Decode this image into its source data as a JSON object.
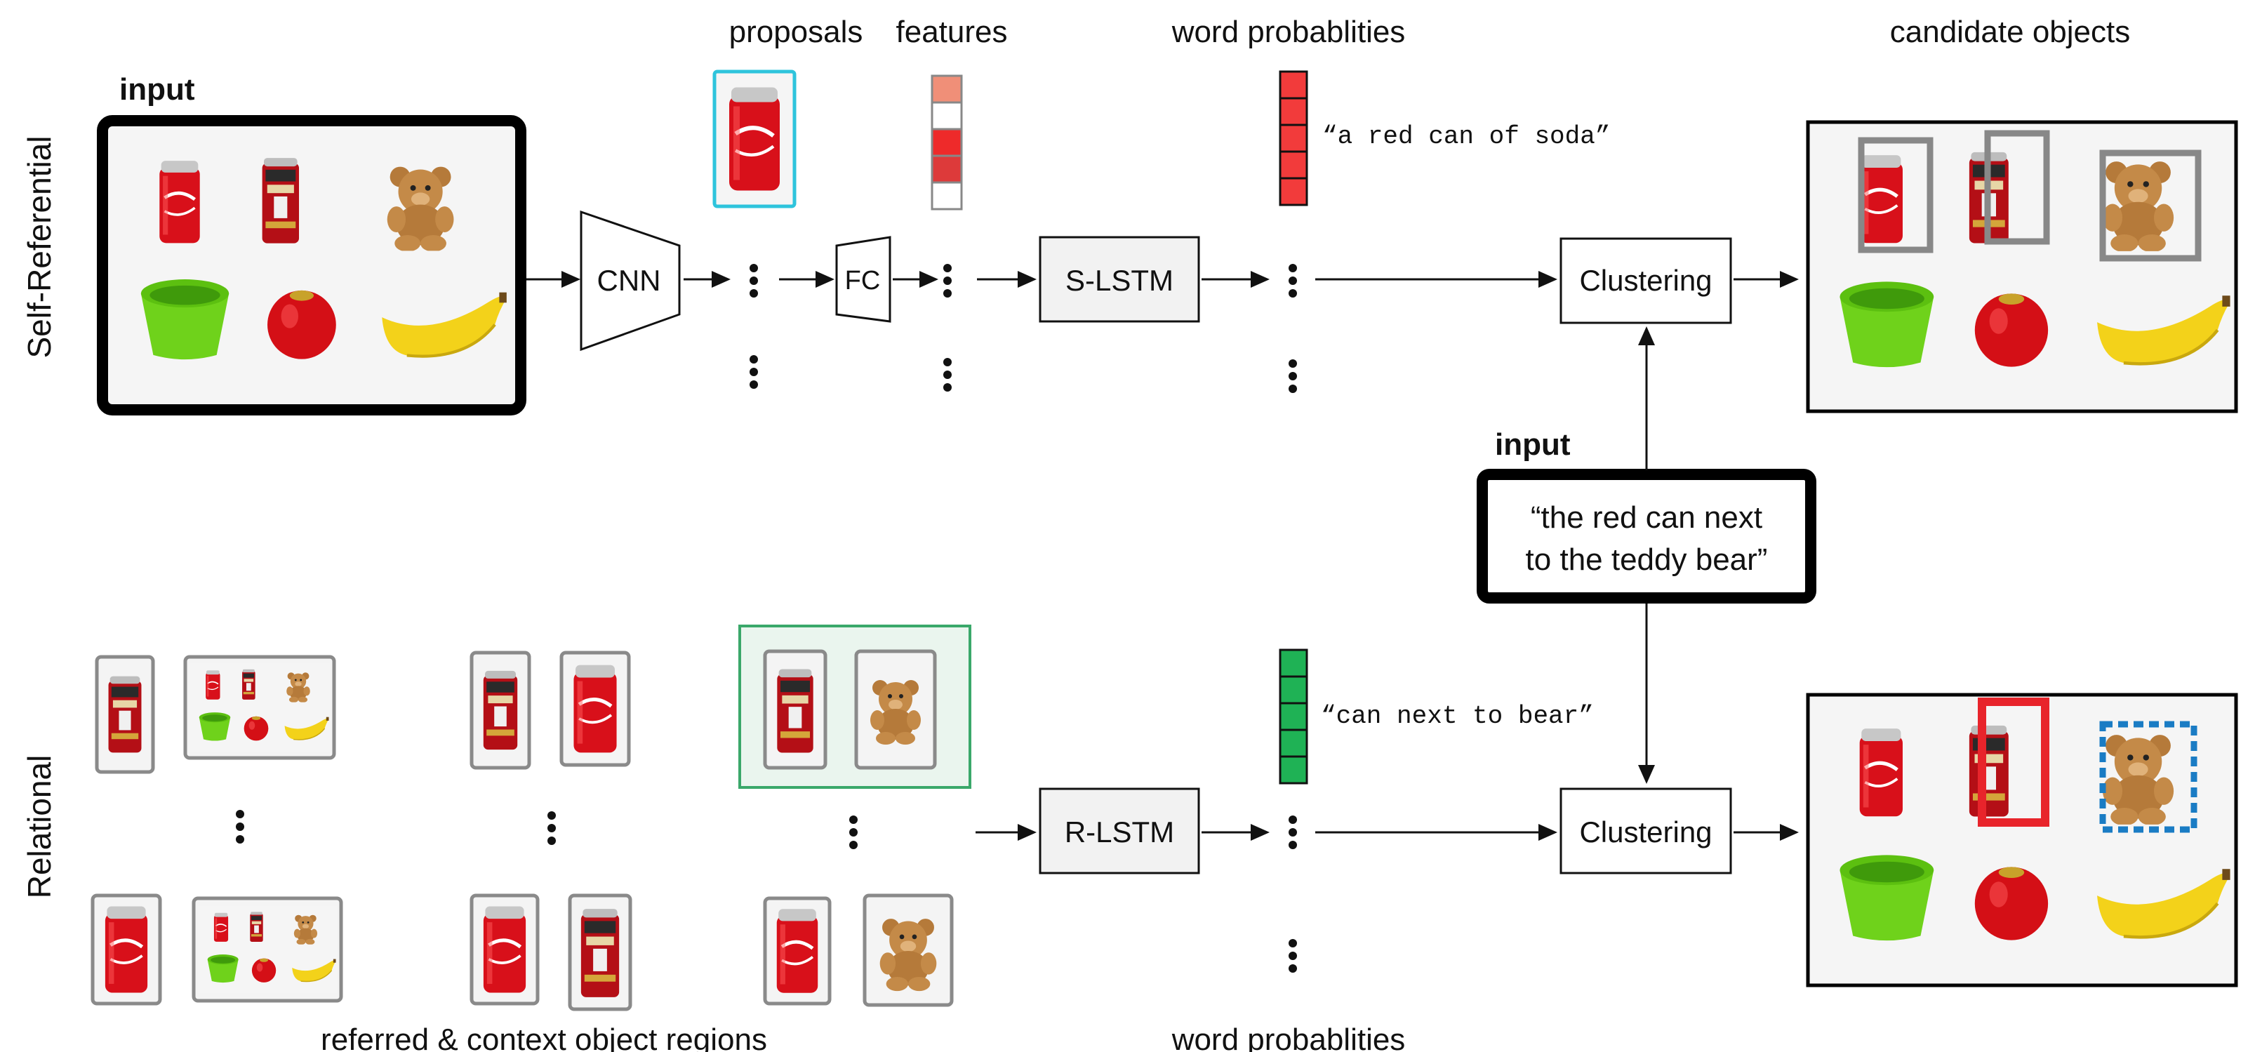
{
  "rows": {
    "top_label": "Self-Referential",
    "bottom_label": "Relational"
  },
  "headers": {
    "proposals": "proposals",
    "features": "features",
    "word_probs_top": "word probablities",
    "candidates": "candidate objects",
    "regions": "referred & context object regions",
    "word_probs_bottom": "word probablities"
  },
  "inputs": {
    "image_label": "input",
    "text_label": "input",
    "query_line1": "“the red can next",
    "query_line2": "to the teddy bear”"
  },
  "blocks": {
    "cnn": "CNN",
    "fc": "FC",
    "s_lstm": "S-LSTM",
    "r_lstm": "R-LSTM",
    "cluster_top": "Clustering",
    "cluster_bottom": "Clustering"
  },
  "captions": {
    "self": "“a red can of soda”",
    "rel": "“can next to bear”"
  },
  "colors": {
    "feature_cells": [
      "#f08f78",
      "#ffffff",
      "#ee2a2a",
      "#dd3a3a",
      "#ffffff"
    ],
    "word_top": "#f23b3b",
    "word_bottom": "#1fb255",
    "proposal_border": "#2ec4dc",
    "pair_border": "#3aa86a",
    "pair_bg": "#eaf5ee",
    "target_box": "#e8242b",
    "context_box": "#1a7cc4",
    "candidate_box": "#888888"
  },
  "objects": [
    "red-can",
    "tall-can",
    "teddy-bear",
    "green-cup",
    "red-apple",
    "banana"
  ]
}
